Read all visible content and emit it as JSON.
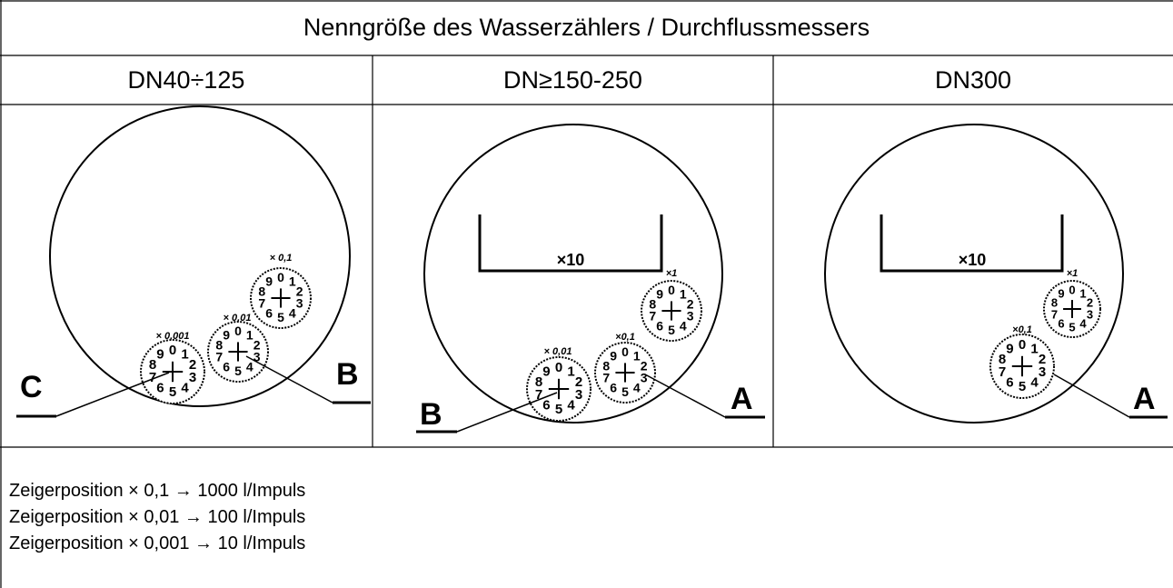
{
  "header": {
    "title": "Nenngröße des Wasserzählers / Durchflussmessers"
  },
  "columns": [
    {
      "label": "DN40÷125",
      "pointers": [
        {
          "mult": "× 0,1"
        },
        {
          "mult": "× 0,01"
        },
        {
          "mult": "× 0,001"
        }
      ],
      "letters": [
        "C",
        "B"
      ]
    },
    {
      "label": "DN≥150-250",
      "box_label": "×10",
      "pointers": [
        {
          "mult": "×1"
        },
        {
          "mult": "×0,1"
        },
        {
          "mult": "× 0,01"
        }
      ],
      "letters": [
        "B",
        "A"
      ]
    },
    {
      "label": "DN300",
      "box_label": "×10",
      "pointers": [
        {
          "mult": "×1"
        },
        {
          "mult": "×0,1"
        }
      ],
      "letters": [
        "A"
      ]
    }
  ],
  "dial_digits": [
    "0",
    "1",
    "2",
    "3",
    "4",
    "5",
    "6",
    "7",
    "8",
    "9"
  ],
  "notes": [
    "Zeigerposition × 0,1 → 1000 l/Impuls",
    "Zeigerposition × 0,01 → 100 l/Impuls",
    "Zeigerposition × 0,001 → 10 l/Impuls"
  ]
}
